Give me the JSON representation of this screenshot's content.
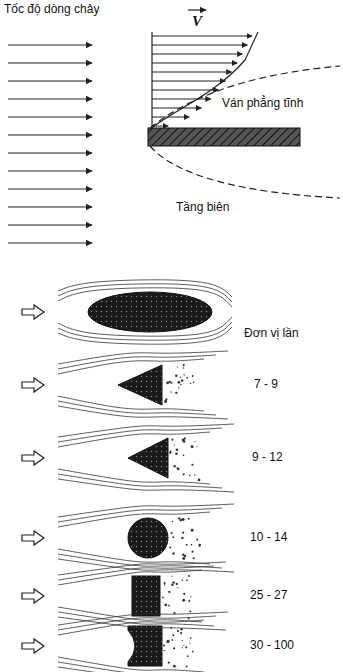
{
  "diagram": {
    "labels": [
      "Tốc độ dòng chảy",
      "V",
      "Ván phẳng tĩnh",
      "Tầng biên",
      "Đơn vị lần",
      "7 - 9",
      "9 - 12",
      "10 - 14",
      "25 - 27",
      "30 - 100"
    ]
  }
}
